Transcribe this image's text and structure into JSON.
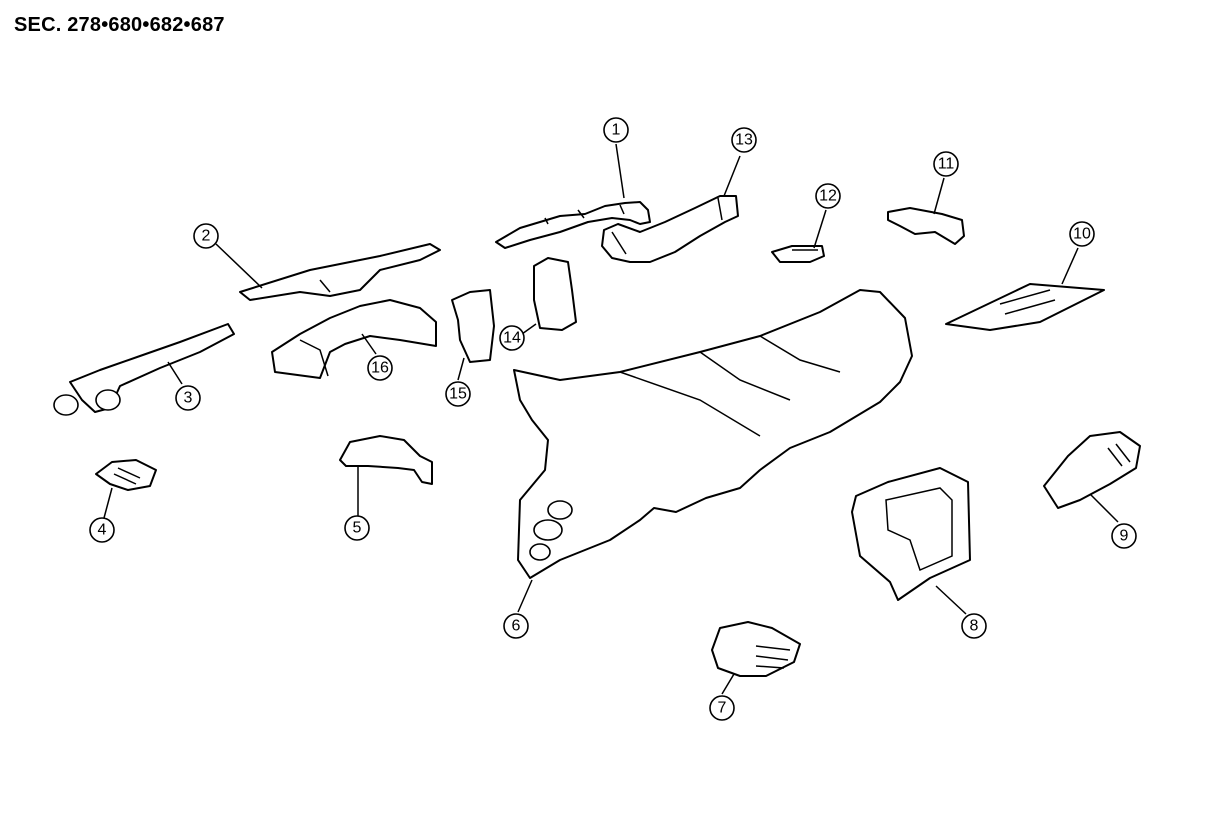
{
  "section_label": "SEC. 278•680•682•687",
  "callouts": [
    "1",
    "2",
    "3",
    "4",
    "5",
    "6",
    "7",
    "8",
    "9",
    "10",
    "11",
    "12",
    "13",
    "14",
    "15",
    "16"
  ],
  "colors": {
    "line": "#000000",
    "background": "#ffffff"
  }
}
